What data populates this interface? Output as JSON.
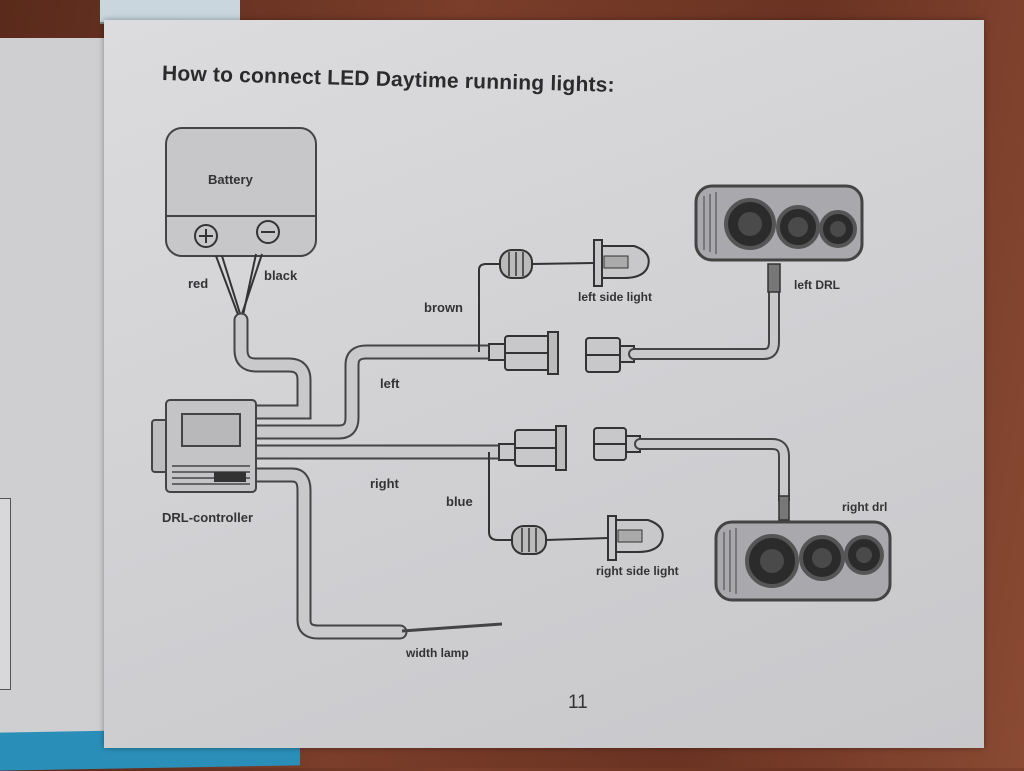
{
  "title": "How to connect LED Daytime running lights:",
  "labels": {
    "battery": "Battery",
    "plus": "+",
    "minus": "−",
    "red": "red",
    "black": "black",
    "brown": "brown",
    "left_side_light": "left side light",
    "left_drl": "left DRL",
    "left": "left",
    "right": "right",
    "blue": "blue",
    "right_side_light": "right side light",
    "right_drl": "right drl",
    "drl_controller": "DRL-controller",
    "width_lamp": "width lamp"
  },
  "page_number": "11",
  "colors": {
    "paper": "#d6d6d9",
    "ink": "#333333",
    "table": "#6e3524",
    "cover": "#2a8fb8"
  }
}
